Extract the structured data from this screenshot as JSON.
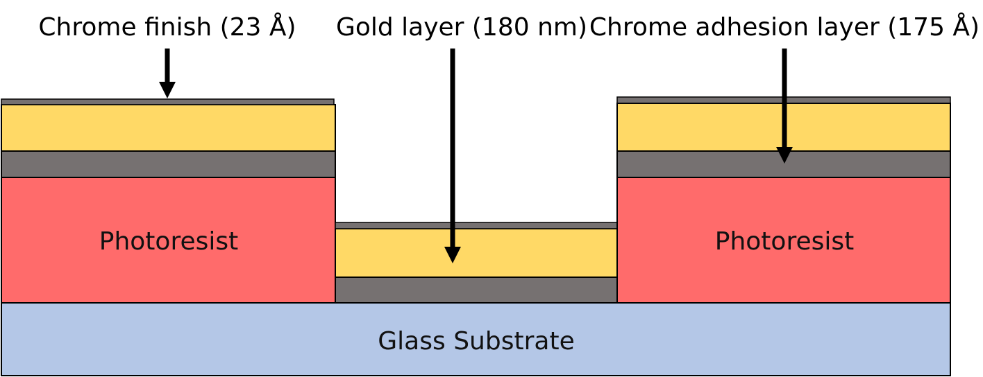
{
  "labels": {
    "chrome_finish": "Chrome finish (23 Å)",
    "gold_layer": "Gold layer (180 nm)",
    "chrome_adhesion": "Chrome adhesion layer (175 Å)",
    "photoresist_left": "Photoresist",
    "photoresist_right": "Photoresist",
    "substrate": "Glass Substrate"
  },
  "colors": {
    "chrome": "#767171",
    "gold": "#FFD966",
    "photoresist": "#FF6B6B",
    "glass": "#B4C7E7",
    "outline": "#000000",
    "arrow": "#000000"
  }
}
